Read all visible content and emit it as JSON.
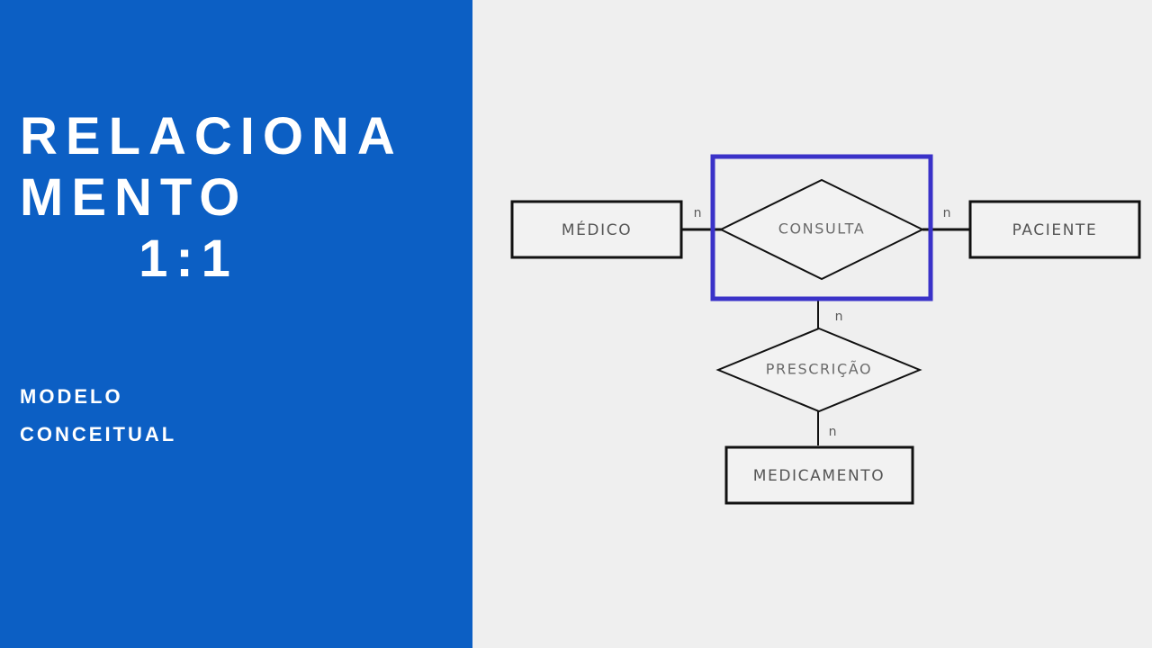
{
  "panel": {
    "title_line1": "RELACIONA",
    "title_line2": "MENTO",
    "title_line3": "1:1",
    "subtitle_line1": "MODELO",
    "subtitle_line2": "CONCEITUAL",
    "background_color": "#0c5fc4",
    "text_color": "#ffffff"
  },
  "diagram": {
    "background_color": "#efefef",
    "highlight_color": "#3a32c8",
    "entities": [
      {
        "id": "medico",
        "label": "MÉDICO"
      },
      {
        "id": "paciente",
        "label": "PACIENTE"
      },
      {
        "id": "medicamento",
        "label": "MEDICAMENTO"
      }
    ],
    "relationships": [
      {
        "id": "consulta",
        "label": "CONSULTA",
        "highlighted": true
      },
      {
        "id": "prescricao",
        "label": "PRESCRIÇÃO",
        "highlighted": false
      }
    ],
    "cardinalities": [
      {
        "id": "medico-consulta",
        "value": "n"
      },
      {
        "id": "consulta-paciente",
        "value": "n"
      },
      {
        "id": "consulta-prescricao",
        "value": "n"
      },
      {
        "id": "prescricao-medicamento",
        "value": "n"
      }
    ]
  }
}
